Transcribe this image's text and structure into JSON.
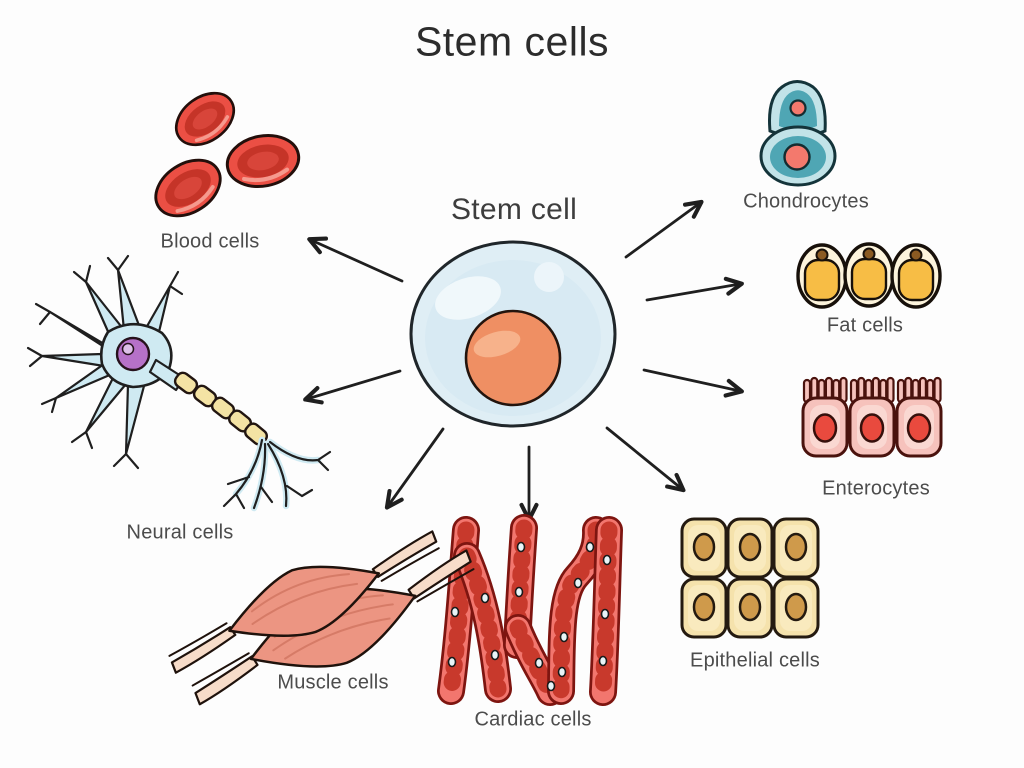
{
  "title": "Stem cells",
  "center": {
    "label": "Stem cell"
  },
  "nodes": {
    "blood": {
      "label": "Blood cells"
    },
    "neural": {
      "label": "Neural cells"
    },
    "muscle": {
      "label": "Muscle cells"
    },
    "cardiac": {
      "label": "Cardiac cells"
    },
    "epithelial": {
      "label": "Epithelial cells"
    },
    "enterocytes": {
      "label": "Enterocytes"
    },
    "fat": {
      "label": "Fat cells"
    },
    "chondrocytes": {
      "label": "Chondrocytes"
    }
  },
  "arrows": [
    {
      "from": "stem-cell",
      "to": "blood"
    },
    {
      "from": "stem-cell",
      "to": "neural"
    },
    {
      "from": "stem-cell",
      "to": "muscle"
    },
    {
      "from": "stem-cell",
      "to": "cardiac"
    },
    {
      "from": "stem-cell",
      "to": "epithelial"
    },
    {
      "from": "stem-cell",
      "to": "enterocytes"
    },
    {
      "from": "stem-cell",
      "to": "fat"
    },
    {
      "from": "stem-cell",
      "to": "chondrocytes"
    }
  ],
  "colors": {
    "background": "#fdfdfd",
    "stem_body": "#dfeef5",
    "stem_nucleus": "#f08a5e",
    "blood_red": "#eb4f44",
    "blood_dark": "#c53428",
    "neuron_blue": "#cfeaf2",
    "neuron_nucleus": "#b671c8",
    "myelin_yellow": "#f4e3a4",
    "muscle_salmon": "#ec9582",
    "tendon_tan": "#f7dcc9",
    "cardiac_red": "#f2766e",
    "epithelial_tan": "#f5e2ac",
    "epithelial_nucleus": "#cf9a4b",
    "enterocyte_pink": "#f6c2bc",
    "enterocyte_nucleus": "#e94a3e",
    "fat_yellow": "#f7bd45",
    "fat_rim": "#fdf4dc",
    "chondro_teal_light": "#c2e3e8",
    "chondro_teal": "#4fa6b4",
    "chondro_nucleus": "#f3796d",
    "label_gray": "#4c4c4c",
    "line_black": "#1f1f1f"
  }
}
